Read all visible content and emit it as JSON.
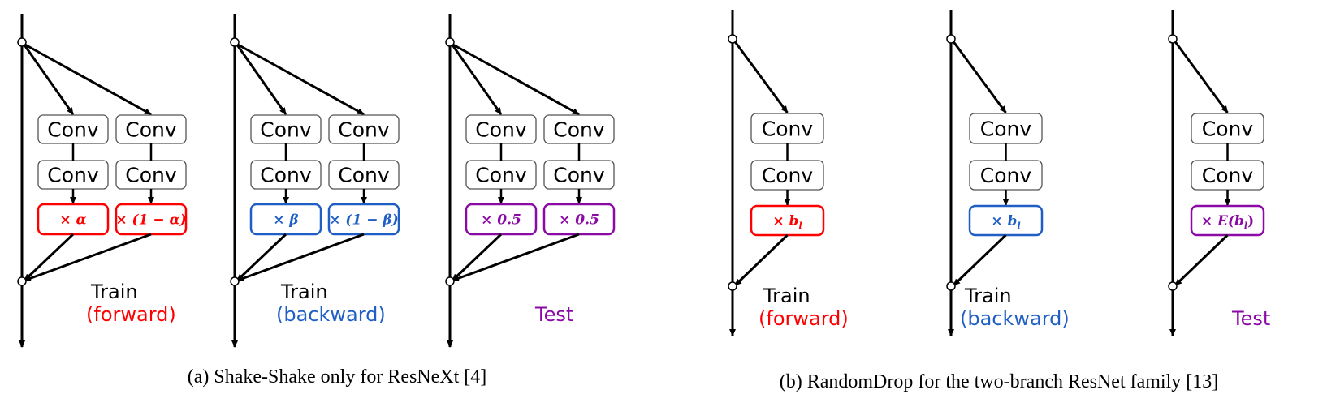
{
  "colors": {
    "forward": "#ff0000",
    "backward": "#1f5fc5",
    "test": "#8b0aa5",
    "line": "#000000",
    "box_border": "#555555"
  },
  "figure": {
    "subfigures": [
      {
        "id": "a",
        "caption": "(a) Shake-Shake only for ResNeXt [4]",
        "panels": [
          {
            "mode": "forward",
            "title": "Train",
            "subtitle": "(forward)",
            "branches": [
              {
                "blocks": [
                  "Conv",
                  "Conv"
                ],
                "factor": "× α"
              },
              {
                "blocks": [
                  "Conv",
                  "Conv"
                ],
                "factor": "× (1 − α)"
              }
            ]
          },
          {
            "mode": "backward",
            "title": "Train",
            "subtitle": "(backward)",
            "branches": [
              {
                "blocks": [
                  "Conv",
                  "Conv"
                ],
                "factor": "× β"
              },
              {
                "blocks": [
                  "Conv",
                  "Conv"
                ],
                "factor": "× (1 − β)"
              }
            ]
          },
          {
            "mode": "test",
            "title": "",
            "subtitle": "Test",
            "branches": [
              {
                "blocks": [
                  "Conv",
                  "Conv"
                ],
                "factor": "× 0.5"
              },
              {
                "blocks": [
                  "Conv",
                  "Conv"
                ],
                "factor": "× 0.5"
              }
            ]
          }
        ]
      },
      {
        "id": "b",
        "caption": "(b) RandomDrop for the two-branch ResNet family [13]",
        "panels": [
          {
            "mode": "forward",
            "title": "Train",
            "subtitle": "(forward)",
            "branches": [
              {
                "blocks": [
                  "Conv",
                  "Conv"
                ],
                "factor": "× b",
                "factor_sub": "l"
              }
            ]
          },
          {
            "mode": "backward",
            "title": "Train",
            "subtitle": "(backward)",
            "branches": [
              {
                "blocks": [
                  "Conv",
                  "Conv"
                ],
                "factor": "× b",
                "factor_sub": "l"
              }
            ]
          },
          {
            "mode": "test",
            "title": "",
            "subtitle": "Test",
            "branches": [
              {
                "blocks": [
                  "Conv",
                  "Conv"
                ],
                "factor": "× E(b",
                "factor_sub": "l",
                "factor_tail": ")"
              }
            ]
          }
        ]
      }
    ]
  }
}
